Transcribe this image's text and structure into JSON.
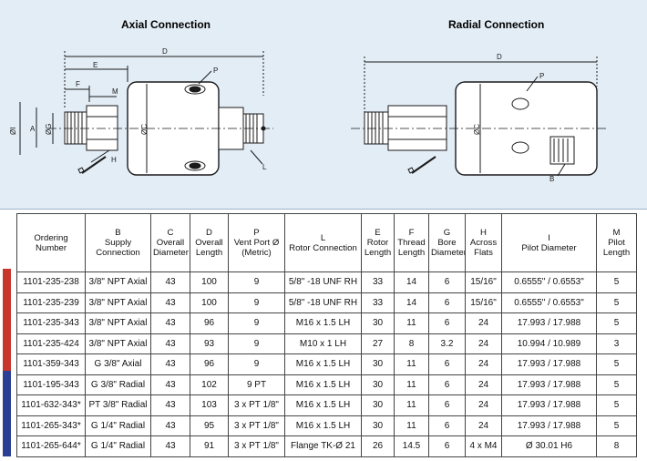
{
  "drawings": {
    "axial": {
      "title": "Axial Connection",
      "dims": [
        "D",
        "E",
        "F",
        "M",
        "P",
        "H",
        "ØI",
        "A",
        "ØG",
        "ØC",
        "L"
      ]
    },
    "radial": {
      "title": "Radial Connection",
      "dims": [
        "D",
        "P",
        "ØC",
        "B"
      ]
    }
  },
  "table": {
    "headers": [
      {
        "letter": "",
        "name": "Ordering Number"
      },
      {
        "letter": "B",
        "name": "Supply Connection"
      },
      {
        "letter": "C",
        "name": "Overall Diameter"
      },
      {
        "letter": "D",
        "name": "Overall Length"
      },
      {
        "letter": "P",
        "name": "Vent Port Ø (Metric)"
      },
      {
        "letter": "L",
        "name": "Rotor Connection"
      },
      {
        "letter": "E",
        "name": "Rotor Length"
      },
      {
        "letter": "F",
        "name": "Thread Length"
      },
      {
        "letter": "G",
        "name": "Bore Diameter"
      },
      {
        "letter": "H",
        "name": "Across Flats"
      },
      {
        "letter": "I",
        "name": "Pilot Diameter"
      },
      {
        "letter": "M",
        "name": "Pilot Length"
      }
    ],
    "rows": [
      [
        "1101-235-238",
        "3/8\" NPT Axial",
        "43",
        "100",
        "9",
        "5/8\" -18 UNF RH",
        "33",
        "14",
        "6",
        "15/16\"",
        "0.6555\" / 0.6553\"",
        "5"
      ],
      [
        "1101-235-239",
        "3/8\" NPT Axial",
        "43",
        "100",
        "9",
        "5/8\" -18 UNF RH",
        "33",
        "14",
        "6",
        "15/16\"",
        "0.6555\" / 0.6553\"",
        "5"
      ],
      [
        "1101-235-343",
        "3/8\" NPT Axial",
        "43",
        "96",
        "9",
        "M16 x 1.5 LH",
        "30",
        "11",
        "6",
        "24",
        "17.993 / 17.988",
        "5"
      ],
      [
        "1101-235-424",
        "3/8\" NPT Axial",
        "43",
        "93",
        "9",
        "M10 x 1 LH",
        "27",
        "8",
        "3.2",
        "24",
        "10.994 / 10.989",
        "3"
      ],
      [
        "1101-359-343",
        "G 3/8\" Axial",
        "43",
        "96",
        "9",
        "M16 x 1.5 LH",
        "30",
        "11",
        "6",
        "24",
        "17.993 / 17.988",
        "5"
      ],
      [
        "1101-195-343",
        "G 3/8\" Radial",
        "43",
        "102",
        "9 PT",
        "M16 x 1.5 LH",
        "30",
        "11",
        "6",
        "24",
        "17.993 / 17.988",
        "5"
      ],
      [
        "1101-632-343*",
        "PT 3/8\" Radial",
        "43",
        "103",
        "3 x PT 1/8\"",
        "M16 x 1.5 LH",
        "30",
        "11",
        "6",
        "24",
        "17.993 / 17.988",
        "5"
      ],
      [
        "1101-265-343*",
        "G 1/4\" Radial",
        "43",
        "95",
        "3 x PT 1/8\"",
        "M16 x 1.5 LH",
        "30",
        "11",
        "6",
        "24",
        "17.993 / 17.988",
        "5"
      ],
      [
        "1101-265-644*",
        "G 1/4\" Radial",
        "43",
        "91",
        "3 x PT 1/8\"",
        "Flange TK-Ø 21",
        "26",
        "14.5",
        "6",
        "4 x M4",
        "Ø 30.01 H6",
        "8"
      ]
    ]
  },
  "colors": {
    "axial_group": "#c8362b",
    "radial_group": "#2b3f95",
    "drawing_bg": "#e3edf6",
    "line": "#1a1a1a"
  }
}
